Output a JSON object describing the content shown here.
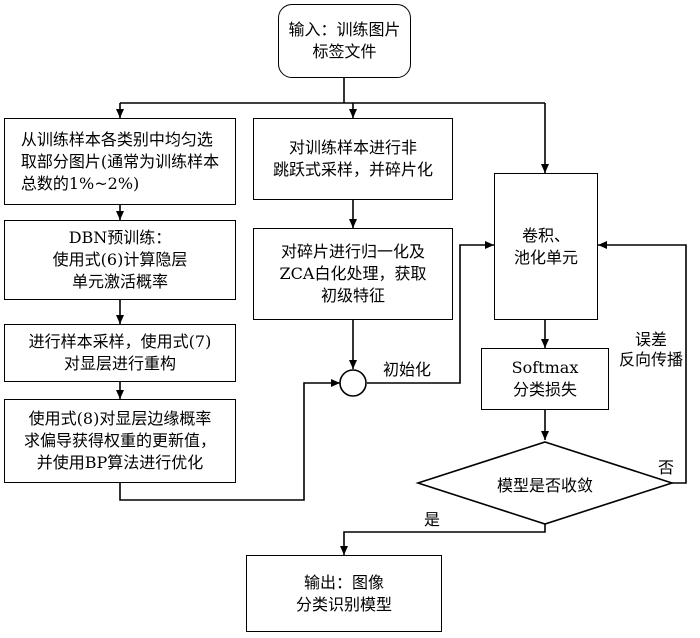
{
  "nodes": {
    "input": "输入：训练图片\n标签文件",
    "select": "从训练样本各类别中均匀选\n取部分图片(通常为训练样本\n总数的1%~2%)",
    "dbn": "DBN预训练：\n使用式(6)计算隐层\n单元激活概率",
    "sample": "进行样本采样，使用式(7)\n对显层进行重构",
    "optimize": "使用式(8)对显层边缘概率\n求偏导获得权重的更新值，\n并使用BP算法进行优化",
    "nonjump": "对训练样本进行非\n跳跃式采样，并碎片化",
    "normalize": "对碎片进行归一化及\nZCA白化处理，获取\n初级特征",
    "conv": "卷积、\n池化单元",
    "softmax": "Softmax\n分类损失",
    "converge": "模型是否收敛",
    "output": "输出：图像\n分类识别模型"
  },
  "labels": {
    "init": "初始化",
    "backprop": "误差\n反向传播",
    "no": "否",
    "yes": "是"
  }
}
